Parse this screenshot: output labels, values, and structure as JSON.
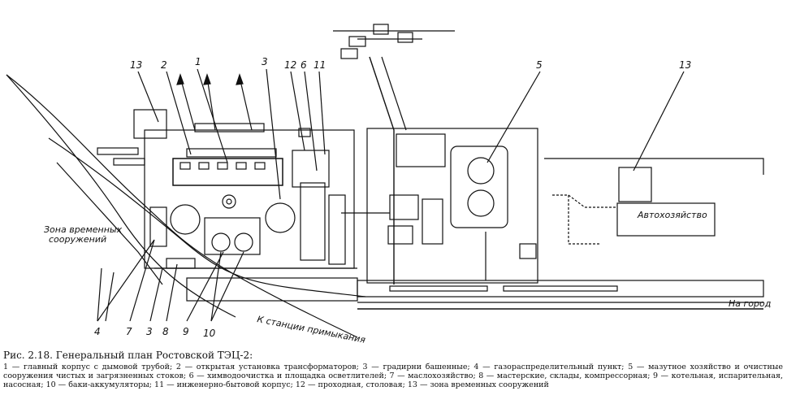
{
  "plan": {
    "numbers": {
      "n13_left": "13",
      "n2": "2",
      "n1": "1",
      "n3_top": "3",
      "n12": "12",
      "n6_top": "6",
      "n11": "11",
      "n5": "5",
      "n13_right": "13",
      "n4": "4",
      "n7": "7",
      "n3_bottom": "3",
      "n8": "8",
      "n9": "9",
      "n10": "10"
    },
    "labels": {
      "zone_line1": "Зона временных",
      "zone_line2": "сооружений",
      "autohoz": "Автохозяйство",
      "to_station": "К станции примыкания",
      "to_city": "На город"
    }
  },
  "caption": {
    "title": "Рис. 2.18. Генеральный план Ростовской ТЭЦ-2:",
    "legend": "1 — главный корпус с дымовой трубой; 2 — открытая установка трансформаторов; 3 — градирни башенные; 4 — газораспределительный пункт; 5 — мазутное хозяйство и очистные сооружения чистых и загрязненных стоков; 6 — химводоочистка и площадка осветлителей; 7 — маслохозяйство; 8 — мастерские, склады, компрессорная; 9 — котельная, испарительная, насосная; 10 — баки-аккумуляторы; 11 — инженерно-бытовой корпус; 12 — проходная, столовая; 13 — зона временных сооружений"
  }
}
